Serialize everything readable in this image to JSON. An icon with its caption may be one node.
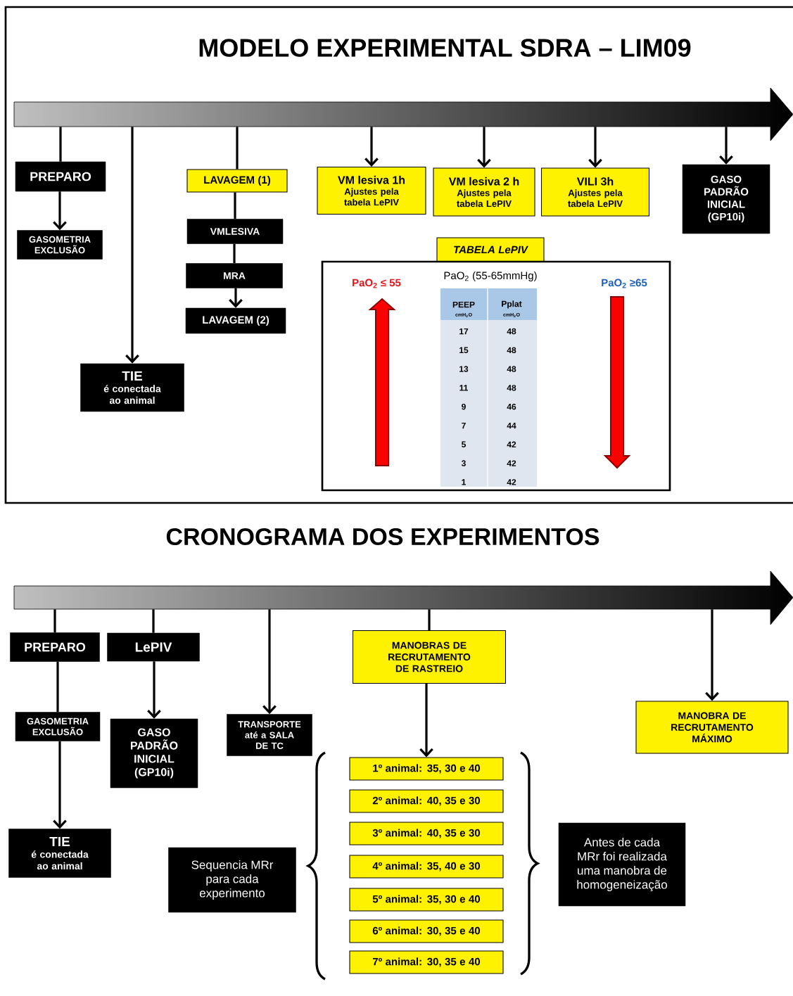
{
  "diagram": {
    "title": "MODELO EXPERIMENTAL SDRA – LIM09",
    "nodes": [
      {
        "text": [],
        "shape": "bar"
      },
      {
        "text": [
          "PREPARO"
        ]
      },
      {
        "text": [
          "GASOMETRIA EXCLUSÃO"
        ]
      },
      {
        "text": [
          "TIE",
          "é conectada ao animal"
        ]
      },
      {
        "text": [
          "LAVAGEM (1)"
        ]
      },
      {
        "text": [
          "VMLESIVA"
        ]
      },
      {
        "text": [
          "MRA"
        ]
      },
      {
        "text": [
          "LAVAGEM (2)"
        ]
      },
      {
        "text": [
          "VM lesiva 1h",
          "Ajustes pela tabela LePIV"
        ]
      },
      {
        "text": [
          "VM lesiva 2 h",
          "Ajustes pela tabela LePIV"
        ]
      },
      {
        "text": [
          "VILI  3h",
          "Ajustes pela tabela LePIV"
        ]
      },
      {
        "text": [
          "GASO PADRÃO INICIAL (GP10i)"
        ]
      },
      {
        "text": [
          "TABELA LePIV"
        ]
      },
      {
        "text": [
          "PaO$_{2}$ ≤ 55",
          "PaO$_{2}$ (55-65mmHg)",
          "PaO$_{2}$ ≥65"
        ]
      },
      {
        "text": [],
        "shape": "bar"
      },
      {
        "text": [
          "PREPARO"
        ]
      },
      {
        "text": [
          "LePIV"
        ]
      },
      {
        "text": [
          "GASOMETRIA EXCLUSÃO"
        ]
      },
      {
        "text": [
          "GASO PADRÃO INICIAL (GP10i)"
        ]
      },
      {
        "text": [
          "TRANSPORTE até a SALA DE TC"
        ]
      },
      {
        "text": [
          "TIE",
          "é conectada ao animal"
        ]
      },
      {
        "text": [
          "MANOBRAS DE RECRUTAMENTO DE RASTREIO"
        ]
      },
      {
        "text": [
          "MANOBRA DE RECRUTAMENTO MÁXIMO"
        ]
      },
      {
        "text": [
          "Sequencia  MRr para cada experimento"
        ]
      },
      {
        "text": [
          "1º animal: 35, 30 e 40"
        ]
      },
      {
        "text": [
          "2º animal: 40, 35 e 30"
        ]
      },
      {
        "text": [
          "3º animal: 40, 35 e 30"
        ]
      },
      {
        "text": [
          "4º animal: 35, 40 e 30"
        ]
      },
      {
        "text": [
          "5º animal: 35, 30 e 40"
        ]
      },
      {
        "text": [
          "6º animal: 30, 35 e 40"
        ]
      },
      {
        "text": [
          "7º animal: 30, 35 e 40"
        ]
      },
      {
        "text": [
          "Antes de cada MRr foi realizada uma manobra de homogeneização"
        ]
      }
    ],
    "edges": [
      {
        "from": 0,
        "to": 1,
        "arrow": "none"
      },
      {
        "from": 1,
        "to": 2,
        "arrow": "to"
      },
      {
        "from": 0,
        "to": 3,
        "arrow": "to"
      },
      {
        "from": 0,
        "to": 4,
        "arrow": "none"
      },
      {
        "from": 4,
        "to": 5,
        "arrow": "none"
      },
      {
        "from": 5,
        "to": 6,
        "arrow": "none"
      },
      {
        "from": 6,
        "to": 7,
        "arrow": "to"
      },
      {
        "from": 0,
        "to": 8,
        "arrow": "to"
      },
      {
        "from": 0,
        "to": 9,
        "arrow": "to"
      },
      {
        "from": 0,
        "to": 10,
        "arrow": "to"
      },
      {
        "from": 0,
        "to": 11,
        "arrow": "to"
      },
      {
        "from": 14,
        "to": 15,
        "arrow": "none"
      },
      {
        "from": 15,
        "to": 17,
        "arrow": "none"
      },
      {
        "from": 17,
        "to": 20,
        "arrow": "to"
      },
      {
        "from": 14,
        "to": 16,
        "arrow": "none"
      },
      {
        "from": 16,
        "to": 18,
        "arrow": "to"
      },
      {
        "from": 14,
        "to": 19,
        "arrow": "to"
      },
      {
        "from": 14,
        "to": 21,
        "arrow": "none"
      },
      {
        "from": 21,
        "to": 24,
        "arrow": "to"
      },
      {
        "from": 14,
        "to": 22,
        "arrow": "to"
      }
    ],
    "labels": [
      "CRONOGRAMA DOS EXPERIMENTOS",
      "PEEP",
      "cmH$_{2}$O",
      "Pplat",
      "cmH$_{2}$O",
      "17",
      "48",
      "15",
      "48",
      "13",
      "48",
      "11",
      "48",
      "9",
      "46",
      "7",
      "44",
      "5",
      "42",
      "3",
      "42",
      "1",
      "42"
    ]
  }
}
